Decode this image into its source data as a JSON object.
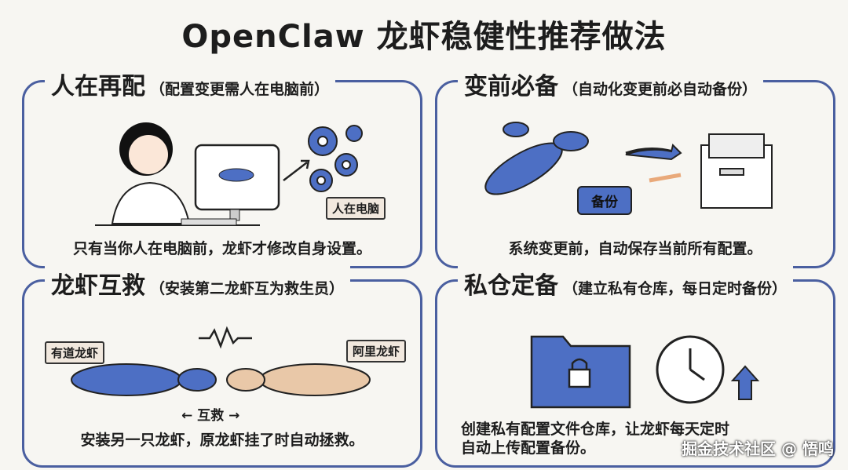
{
  "title": "OpenClaw 龙虾稳健性推荐做法",
  "panels": [
    {
      "title": "人在再配",
      "subtitle": "（配置变更需人在电脑前）",
      "caption": "只有当你人在电脑前，龙虾才修改自身设置。",
      "tag": "人在电脑"
    },
    {
      "title": "变前必备",
      "subtitle": "（自动化变更前必自动备份）",
      "caption": "系统变更前，自动保存当前所有配置。",
      "button": "备份"
    },
    {
      "title": "龙虾互救",
      "subtitle": "（安装第二龙虾互为救生员）",
      "caption": "安装另一只龙虾，原龙虾挂了时自动拯救。",
      "tag_left": "有道龙虾",
      "tag_right": "阿里龙虾",
      "mid_label": "← 互救 →"
    },
    {
      "title": "私仓定备",
      "subtitle": "（建立私有仓库，每日定时备份）",
      "caption_line1": "创建私有配置文件仓库，让龙虾每天定时",
      "caption_line2": "自动上传配置备份。"
    }
  ],
  "watermark": "掘金技术社区 @ 悟鸣",
  "colors": {
    "accent": "#4a5fa0",
    "lobster_blue": "#4d6fc4",
    "lobster_tan": "#e9c8a8"
  }
}
